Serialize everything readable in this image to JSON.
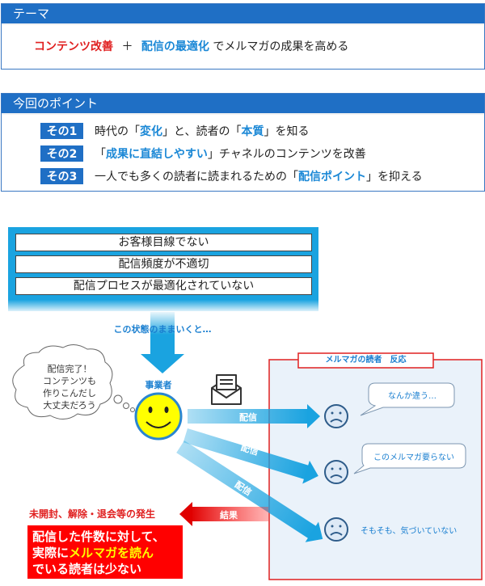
{
  "theme": {
    "header": "テーマ",
    "part1": "コンテンツ改善",
    "plus": "＋",
    "part2": "配信の最適化",
    "part3": "でメルマガの成果を高める"
  },
  "points": {
    "header": "今回のポイント",
    "items": [
      {
        "badge": "その1",
        "t1": "時代の「",
        "h1": "変化",
        "t2": "」と、読者の「",
        "h2": "本質",
        "t3": "」を知る"
      },
      {
        "badge": "その2",
        "t1": "「",
        "h1": "成果に直結しやすい",
        "t2": "」チャネルのコンテンツを改善",
        "h2": "",
        "t3": ""
      },
      {
        "badge": "その3",
        "t1": "一人でも多くの読者に読まれるための「",
        "h1": "配信ポイント",
        "t2": "」を抑える",
        "h2": "",
        "t3": ""
      }
    ]
  },
  "problems": [
    "お客様目線でない",
    "配信頻度が不適切",
    "配信プロセスが最適化されていない"
  ],
  "state_label": "この状態のままいくと…",
  "business": {
    "label": "事業者",
    "thought": [
      "配信完了！",
      "コンテンツも",
      "作りこんだし",
      "大丈夫だろう"
    ]
  },
  "readers": {
    "title": "メルマガの読者　反応",
    "reactions": [
      "なんか違う…",
      "このメルマガ要らない",
      "そもそも、気づいていない"
    ]
  },
  "arrows": {
    "deliver": "配信",
    "result": "結果"
  },
  "outcome": {
    "headline": "未開封、解除・退会等の発生",
    "box_line1": "配信した件数に対して、",
    "box_line2a": "実際に",
    "box_line2b": "メルマガを読ん",
    "box_line3": "でいる読者は少ない"
  },
  "colors": {
    "primary": "#1f6fc5",
    "sky": "#1aa3e0",
    "red": "#e02020",
    "yellow": "#ffff00"
  }
}
